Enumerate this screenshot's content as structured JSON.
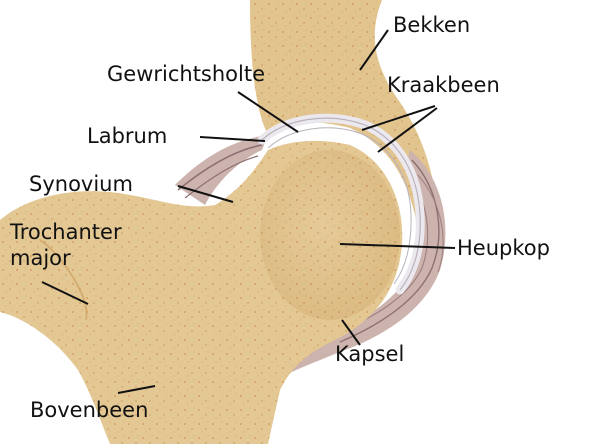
{
  "labels": {
    "bekken": "Bekken",
    "gewrichtsholte": "Gewrichtsholte",
    "kraakbeen": "Kraakbeen",
    "labrum": "Labrum",
    "synovium": "Synovium",
    "trochanter_line1": "Trochanter",
    "trochanter_line2": "major",
    "heupkop": "Heupkop",
    "kapsel": "Kapsel",
    "bovenbeen": "Bovenbeen"
  },
  "colors": {
    "bone": "#e4c894",
    "bone_dark": "#c99d5e",
    "speckle": "#c98a4d",
    "cartilage": "#ece9ee",
    "capsule": "#c8a8a6",
    "capsule_line": "#8c6f72",
    "leader": "#111111"
  }
}
